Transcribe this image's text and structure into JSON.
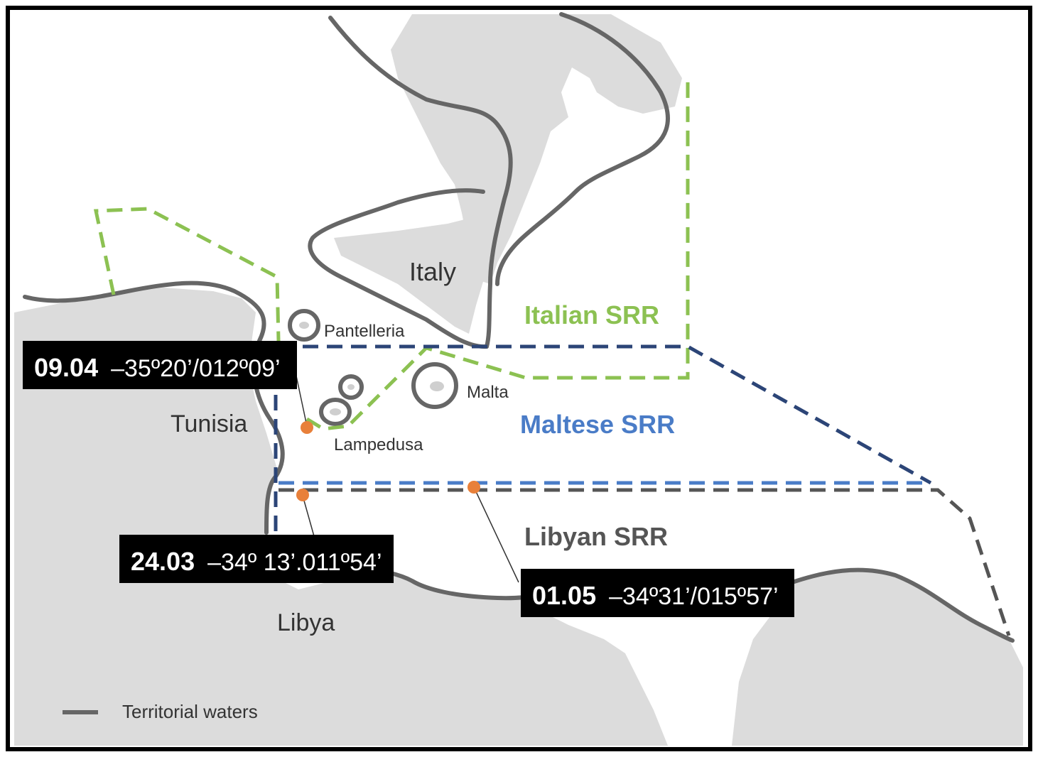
{
  "colors": {
    "land": "#dcdcdc",
    "territorial": "#666666",
    "italian_srr": "#8cc152",
    "maltese_srr_dark": "#2c4577",
    "maltese_srr_light": "#4a7cc7",
    "libyan_srr": "#555555",
    "incident": "#e8803a",
    "label_box": "#000000",
    "label_box_text": "#ffffff"
  },
  "labels": {
    "italy": "Italy",
    "tunisia": "Tunisia",
    "libya": "Libya",
    "pantelleria": "Pantelleria",
    "malta": "Malta",
    "lampedusa": "Lampedusa",
    "italian_srr": "Italian SRR",
    "maltese_srr": "Maltese SRR",
    "libyan_srr": "Libyan SRR"
  },
  "incidents": [
    {
      "date": "09.04",
      "coords": "–35º20’/012º09’"
    },
    {
      "date": "24.03",
      "coords": "–34º 13’.011º54’"
    },
    {
      "date": "01.05",
      "coords": "–34º31’/015º57’"
    }
  ],
  "legend": {
    "territorial_waters": "Territorial waters"
  }
}
